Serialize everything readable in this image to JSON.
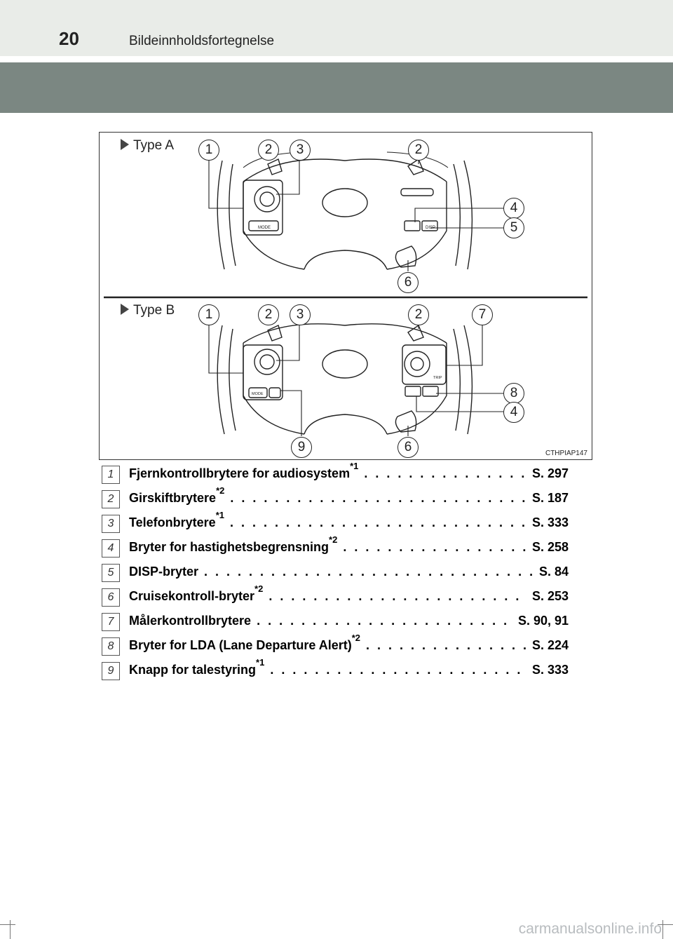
{
  "header": {
    "page_number": "20",
    "section_title": "Bildeinnholdsfortegnelse"
  },
  "figure": {
    "type_a_label": "Type A",
    "type_b_label": "Type B",
    "code": "CTHPIAP147",
    "type_a_callouts": [
      "1",
      "2",
      "3",
      "2",
      "4",
      "5",
      "6"
    ],
    "type_b_callouts": [
      "1",
      "2",
      "3",
      "2",
      "7",
      "8",
      "4",
      "9",
      "6"
    ],
    "button_labels": {
      "mode": "MODE",
      "disp": "DISP",
      "trip": "TRIP"
    }
  },
  "legend": [
    {
      "num": "1",
      "text": "Fjernkontrollbrytere for audiosystem",
      "sup": "*1",
      "page": "S. 297"
    },
    {
      "num": "2",
      "text": "Girskiftbrytere",
      "sup": "*2",
      "page": "S. 187"
    },
    {
      "num": "3",
      "text": "Telefonbrytere",
      "sup": "*1",
      "page": "S. 333"
    },
    {
      "num": "4",
      "text": "Bryter for hastighetsbegrensning",
      "sup": "*2",
      "page": "S. 258"
    },
    {
      "num": "5",
      "text": "DISP-bryter",
      "sup": "",
      "page": "S. 84"
    },
    {
      "num": "6",
      "text": "Cruisekontroll-bryter",
      "sup": "*2",
      "page": "S. 253"
    },
    {
      "num": "7",
      "text": "Målerkontrollbrytere",
      "sup": "",
      "page": "S. 90, 91"
    },
    {
      "num": "8",
      "text": "Bryter for LDA (Lane Departure Alert)",
      "sup": "*2",
      "page": "S. 224"
    },
    {
      "num": "9",
      "text": "Knapp for talestyring",
      "sup": "*1",
      "page": "S. 333"
    }
  ],
  "watermark": "carmanualsonline.info"
}
